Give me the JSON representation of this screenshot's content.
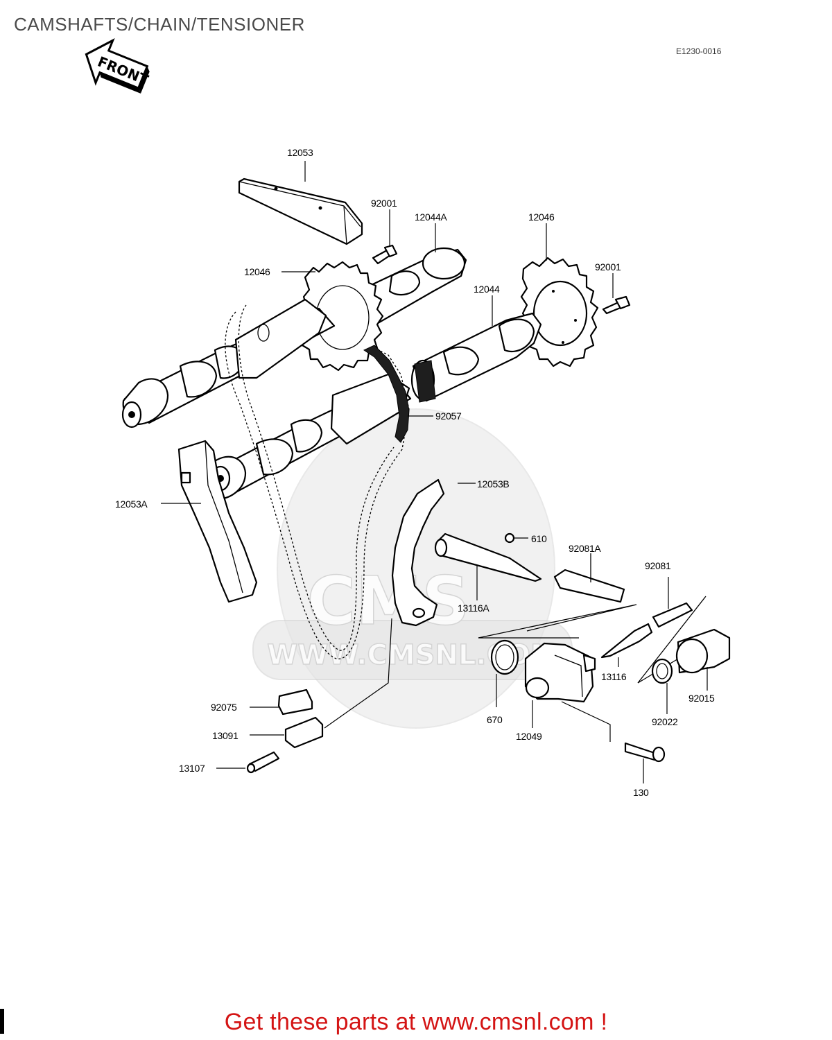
{
  "header": {
    "title": "CAMSHAFTS/CHAIN/TENSIONER",
    "diagram_code": "E1230-0016"
  },
  "front_arrow": {
    "label": "FRONT",
    "icon": "front-arrow-icon"
  },
  "parts": [
    {
      "id": "p12053",
      "number": "12053"
    },
    {
      "id": "p92001a",
      "number": "92001"
    },
    {
      "id": "p12044A",
      "number": "12044A"
    },
    {
      "id": "p12046b",
      "number": "12046"
    },
    {
      "id": "p92001b",
      "number": "92001"
    },
    {
      "id": "p12046a",
      "number": "12046"
    },
    {
      "id": "p12044",
      "number": "12044"
    },
    {
      "id": "p92057",
      "number": "92057"
    },
    {
      "id": "p12053B",
      "number": "12053B"
    },
    {
      "id": "p12053A",
      "number": "12053A"
    },
    {
      "id": "p610",
      "number": "610"
    },
    {
      "id": "p92081A",
      "number": "92081A"
    },
    {
      "id": "p92081",
      "number": "92081"
    },
    {
      "id": "p13116A",
      "number": "13116A"
    },
    {
      "id": "p13116",
      "number": "13116"
    },
    {
      "id": "p92015",
      "number": "92015"
    },
    {
      "id": "p670",
      "number": "670"
    },
    {
      "id": "p12049",
      "number": "12049"
    },
    {
      "id": "p92022",
      "number": "92022"
    },
    {
      "id": "p92075",
      "number": "92075"
    },
    {
      "id": "p13091",
      "number": "13091"
    },
    {
      "id": "p13107",
      "number": "13107"
    },
    {
      "id": "p130",
      "number": "130"
    }
  ],
  "watermark": {
    "brand": "CMS",
    "url": "WWW.CMSNL.COM"
  },
  "footer": {
    "text": "Get these parts at www.cmsnl.com !",
    "color": "#d41414"
  }
}
